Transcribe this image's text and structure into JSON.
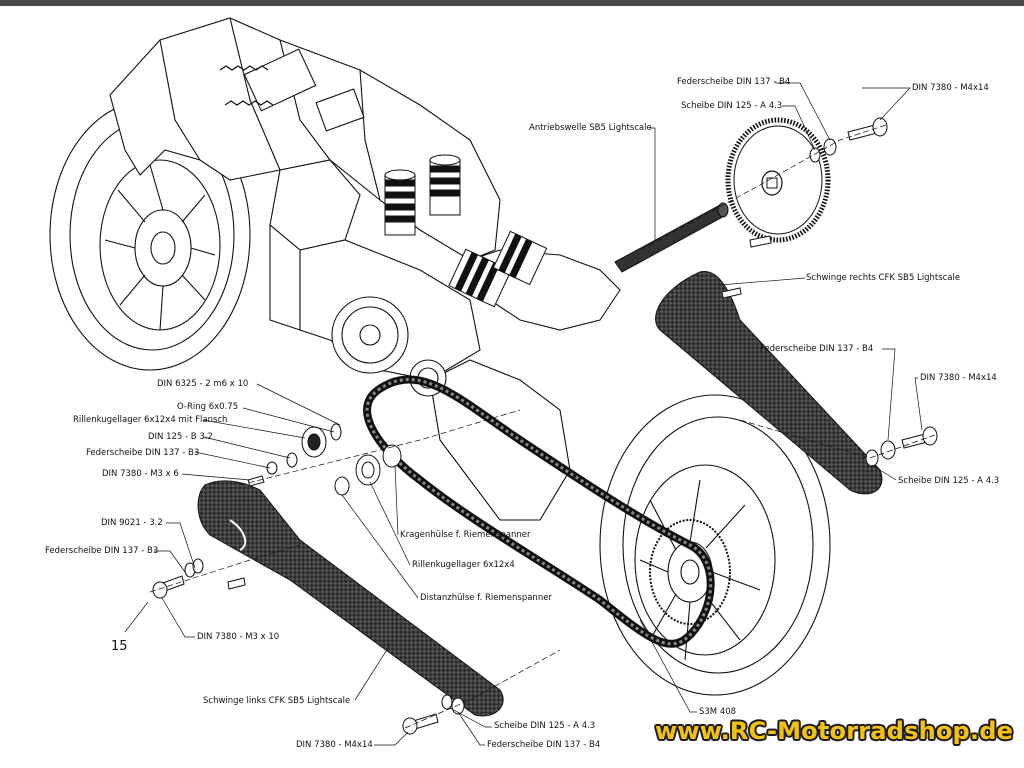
{
  "page_number": "15",
  "watermark": "www.RC-Motorradshop.de",
  "colors": {
    "header_bar": "#4a4a4a",
    "watermark_fill": "#f4c20d",
    "watermark_outline": "#1b1b1b",
    "line": "#111111"
  },
  "labels": {
    "federscheibe_b4_top": "Federscheibe DIN 137 - B4",
    "din7380_m4x14_top": "DIN 7380 - M4x14",
    "scheibe_a43_top": "Scheibe DIN 125 - A 4.3",
    "antriebswelle": "Antriebswelle SB5 Lightscale",
    "schwinge_rechts": "Schwinge rechts CFK SB5 Lightscale",
    "federscheibe_b4_mid": "Federscheibe DIN 137 - B4",
    "din7380_m4x14_mid": "DIN 7380 - M4x14",
    "scheibe_a43_mid": "Scheibe DIN 125 - A 4.3",
    "din6325": "DIN 6325 - 2 m6 x 10",
    "o_ring": "O-Ring 6x0.75",
    "rillenkugellager_flansch": "Rillenkugellager 6x12x4 mit Flansch",
    "din125_b32": "DIN 125 - B 3.2",
    "federscheibe_b3_top": "Federscheibe DIN 137 - B3",
    "din7380_m3x6": "DIN 7380 - M3 x 6",
    "kragenhuelse": "Kragenhülse f. Riemenspanner",
    "rillenkugellager": "Rillenkugellager 6x12x4",
    "distanzhuelse": "Distanzhülse f. Riemenspanner",
    "din9021": "DIN 9021 - 3.2",
    "federscheibe_b3_low": "Federscheibe DIN 137 - B3",
    "din7380_m3x10": "DIN 7380 - M3 x 10",
    "schwinge_links": "Schwinge links CFK SB5 Lightscale",
    "scheibe_a43_bottom": "Scheibe DIN 125 - A 4.3",
    "federscheibe_b4_bottom": "Federscheibe DIN 137 - B4",
    "din7380_m4x14_bottom": "DIN 7380 - M4x14",
    "belt": "S3M 408"
  }
}
